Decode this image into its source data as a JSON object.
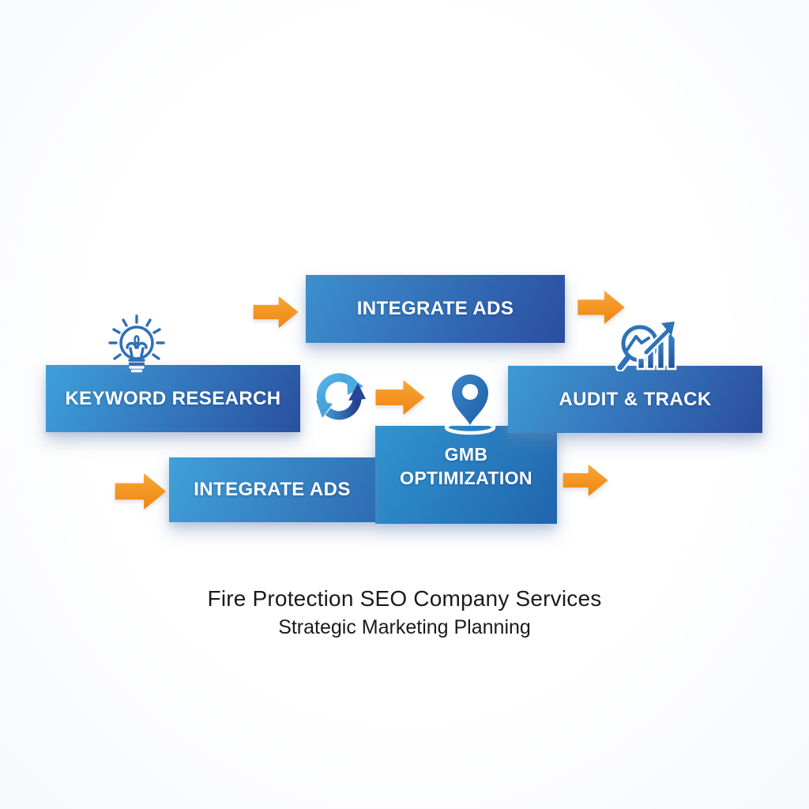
{
  "palette": {
    "background": "#fbfcfe",
    "box_blue_light": "#3fa0da",
    "box_blue_dark": "#2a4da0",
    "arrow_orange": "#f5941f",
    "icon_blue": "#2e6fb8",
    "sync_light_blue": "#4aabe0",
    "sync_dark_blue": "#27459a",
    "label_white": "#ffffff",
    "caption_black": "#1a1a1c"
  },
  "diagram": {
    "nodes": [
      {
        "id": "integrate-ads-top",
        "label": "INTEGRATE ADS"
      },
      {
        "id": "keyword-research",
        "label": "KEYWORD RESEARCH"
      },
      {
        "id": "audit-track",
        "label": "AUDIT & TRACK"
      },
      {
        "id": "gmb-optimization",
        "label_line1": "GMB",
        "label_line2": "OPTIMIZATION"
      },
      {
        "id": "integrate-ads-bottom",
        "label": "INTEGRATE ADS"
      }
    ],
    "icons": [
      {
        "name": "lightbulb-idea-icon"
      },
      {
        "name": "sync-arrows-icon"
      },
      {
        "name": "location-pin-icon"
      },
      {
        "name": "magnifier-growth-chart-icon"
      }
    ],
    "arrow_count": 5
  },
  "caption": {
    "line1": "Fire Protection SEO Company Services",
    "line2": "Strategic Marketing Planning"
  }
}
